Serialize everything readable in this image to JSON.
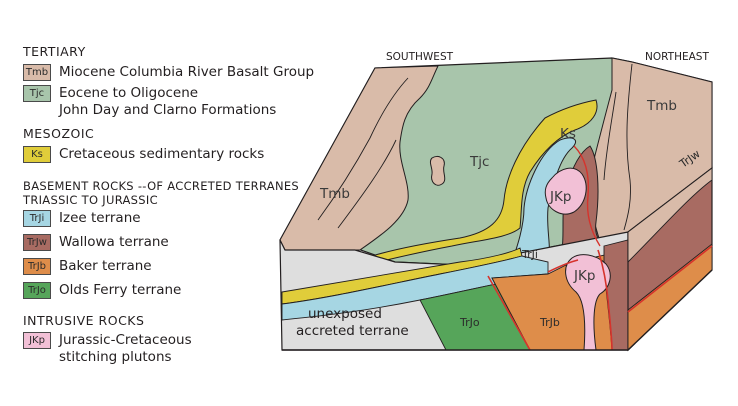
{
  "colors": {
    "tmb": "#d9bba9",
    "tjc": "#a8c5ab",
    "ks": "#e0cd3a",
    "trji": "#a6d6e3",
    "trjw": "#a86b62",
    "trjb": "#de8d4a",
    "trjo": "#56a55a",
    "jkp": "#f2c0d6",
    "unexposed": "#dedede",
    "outline": "#231f20",
    "fault": "#d6332c"
  },
  "legend": {
    "tertiary": {
      "heading": "TERTIARY",
      "items": [
        {
          "code": "Tmb",
          "lines": [
            "Miocene Columbia River Basalt Group"
          ]
        },
        {
          "code": "Tjc",
          "lines": [
            "Eocene to Oligocene",
            "John Day and Clarno Formations"
          ]
        }
      ]
    },
    "mesozoic": {
      "heading": "MESOZOIC",
      "items": [
        {
          "code": "Ks",
          "lines": [
            "Cretaceous sedimentary rocks"
          ]
        }
      ]
    },
    "basement": {
      "heading": "BASEMENT ROCKS --OF ACCRETED TERRANES",
      "subheading": "TRIASSIC TO JURASSIC",
      "items": [
        {
          "code": "TrJi",
          "lines": [
            "Izee terrane"
          ]
        },
        {
          "code": "TrJw",
          "lines": [
            "Wallowa terrane"
          ]
        },
        {
          "code": "TrJb",
          "lines": [
            "Baker terrane"
          ]
        },
        {
          "code": "TrJo",
          "lines": [
            "Olds Ferry terrane"
          ]
        }
      ]
    },
    "intrusive": {
      "heading": "INTRUSIVE ROCKS",
      "items": [
        {
          "code": "JKp",
          "lines": [
            "Jurassic-Cretaceous",
            "stitching plutons"
          ]
        }
      ]
    }
  },
  "diagram": {
    "compass": {
      "left": "SOUTHWEST",
      "right": "NORTHEAST"
    },
    "labels": {
      "tmb_left": "Tmb",
      "tmb_right": "Tmb",
      "tjc": "Tjc",
      "ks": "Ks",
      "jkp_upper": "JKp",
      "jkp_lower": "JKp",
      "trji": "TrJi",
      "trjw": "TrJw",
      "trjo": "TrJo",
      "trjb": "TrJb",
      "unexposed_line1": "unexposed",
      "unexposed_line2": "accreted terrane"
    }
  }
}
